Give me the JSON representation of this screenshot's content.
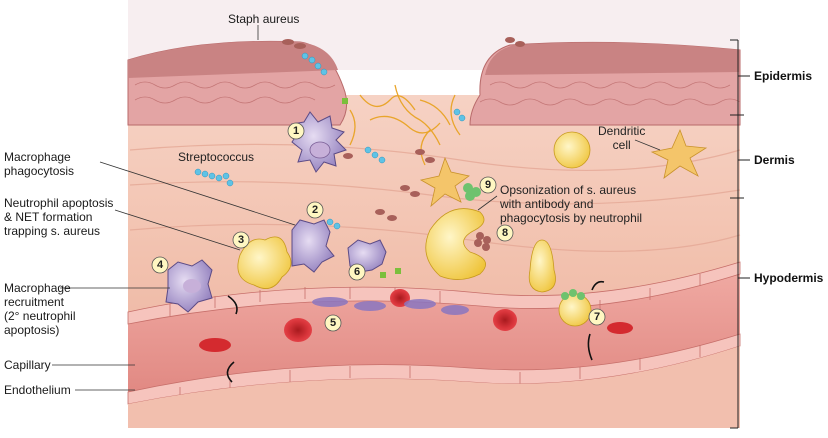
{
  "labels": {
    "staph": "Staph aureus",
    "strep": "Streptococcus",
    "dendritic": "Dendritic\ncell",
    "macro_phago": "Macrophage\nphagocytosis",
    "neut_apop": "Neutrophil apoptosis\n& NET formation\ntrapping s. aureus",
    "macro_recruit": "Macrophage\nrecruitment\n(2° neutrophil\napoptosis)",
    "capillary": "Capillary",
    "endothelium": "Endothelium",
    "opsonization": "Opsonization of s. aureus\nwith antibody and\nphagocytosis by neutrophil"
  },
  "layers": {
    "epidermis": "Epidermis",
    "dermis": "Dermis",
    "hypodermis": "Hypodermis"
  },
  "steps": [
    "1",
    "2",
    "3",
    "4",
    "5",
    "6",
    "7",
    "8",
    "9"
  ],
  "colors": {
    "epidermis": "#e3a4a4",
    "dermis": "#f2c6b4",
    "vessel": "#e7958f",
    "bacteria_blue": "#5ec3e6",
    "neutrophil": "#f4d25a",
    "macrophage": "#b7a3d6",
    "rbc": "#d42a2f"
  }
}
